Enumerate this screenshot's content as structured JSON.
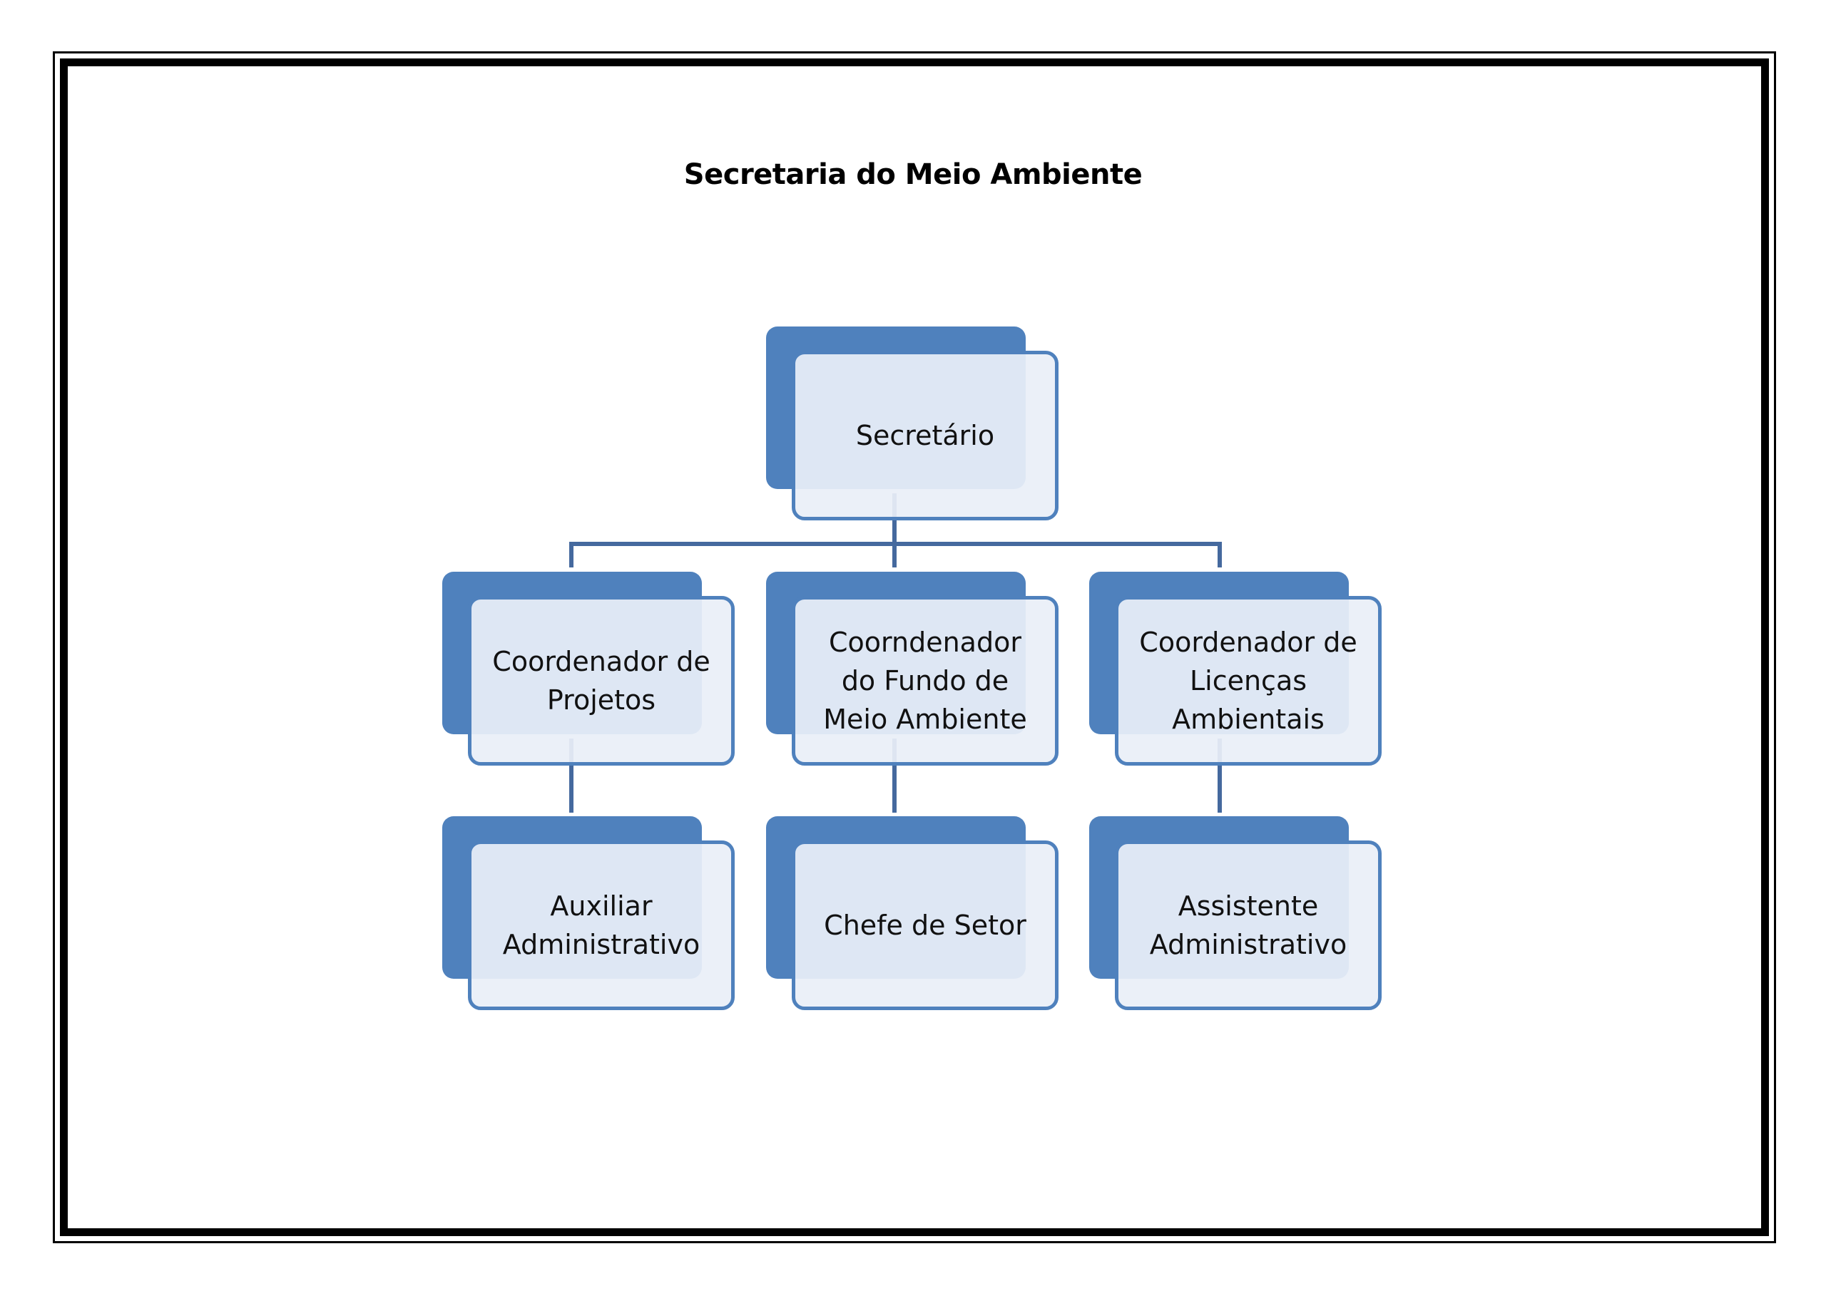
{
  "title": "Secretaria do Meio Ambiente",
  "colors": {
    "box_fill": "#4f81bd",
    "box_front_fill": "#e9eff8",
    "connector": "#45699e"
  },
  "org_chart": {
    "root": {
      "label": "Secretário"
    },
    "coordinators": [
      {
        "label": "Coordenador de\nProjetos"
      },
      {
        "label": "Coorndenador\ndo Fundo de\nMeio Ambiente"
      },
      {
        "label": "Coordenador de\nLicenças\nAmbientais"
      }
    ],
    "staff": [
      {
        "label": "Auxiliar\nAdministrativo",
        "reports_to": "Coordenador de Projetos"
      },
      {
        "label": "Chefe de Setor",
        "reports_to": "Coorndenador do Fundo de Meio Ambiente"
      },
      {
        "label": "Assistente\nAdministrativo",
        "reports_to": "Coordenador de Licenças Ambientais"
      }
    ]
  }
}
